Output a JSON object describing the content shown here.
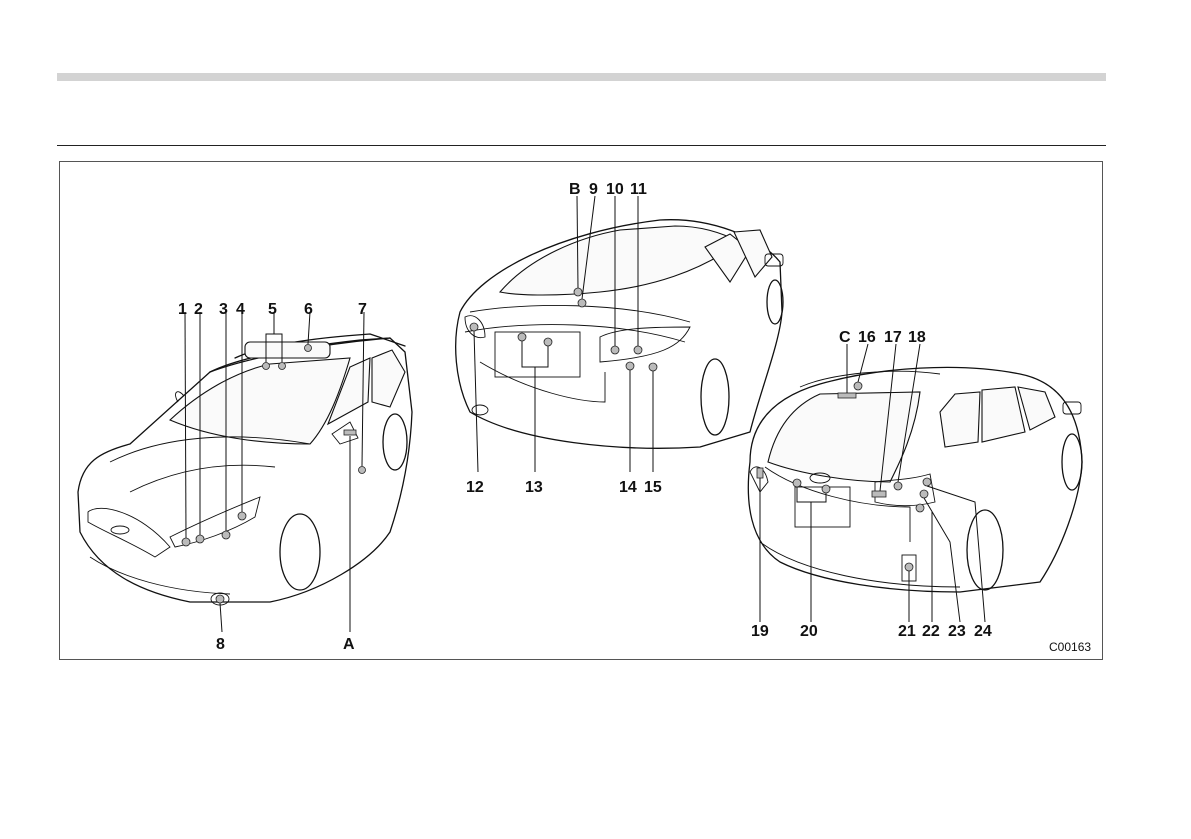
{
  "figure": {
    "image_code": "C00163",
    "front_car_labels": [
      "1",
      "2",
      "3",
      "4",
      "5",
      "6",
      "7",
      "8",
      "A"
    ],
    "sedan_labels": [
      "B",
      "9",
      "10",
      "11",
      "12",
      "13",
      "14",
      "15"
    ],
    "rear_wagon_labels": [
      "C",
      "16",
      "17",
      "18",
      "19",
      "20",
      "21",
      "22",
      "23",
      "24"
    ]
  }
}
